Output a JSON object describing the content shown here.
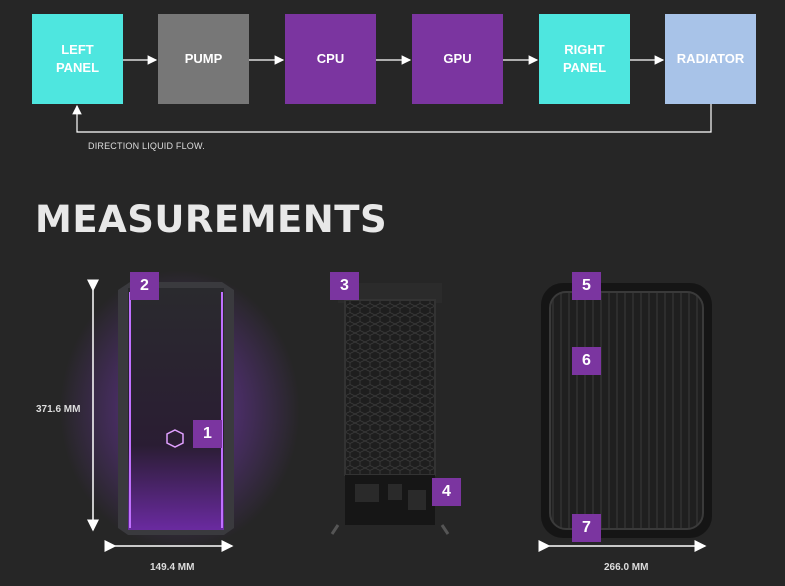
{
  "flow": {
    "boxes": [
      {
        "label": "LEFT\nPANEL"
      },
      {
        "label": "PUMP"
      },
      {
        "label": "CPU"
      },
      {
        "label": "GPU"
      },
      {
        "label": "RIGHT\nPANEL"
      },
      {
        "label": "RADIATOR"
      }
    ],
    "note": "DIRECTION LIQUID FLOW."
  },
  "heading": "MEASUREMENTS",
  "dimensions": {
    "height": "371.6 MM",
    "width": "149.4 MM",
    "depth": "266.0 MM"
  },
  "callouts": [
    "1",
    "2",
    "3",
    "4",
    "5",
    "6",
    "7"
  ],
  "colors": {
    "cyan": "#4ee6df",
    "gray": "#777777",
    "purple": "#7b35a0",
    "light_blue": "#a8c3e8",
    "background": "#262626"
  }
}
